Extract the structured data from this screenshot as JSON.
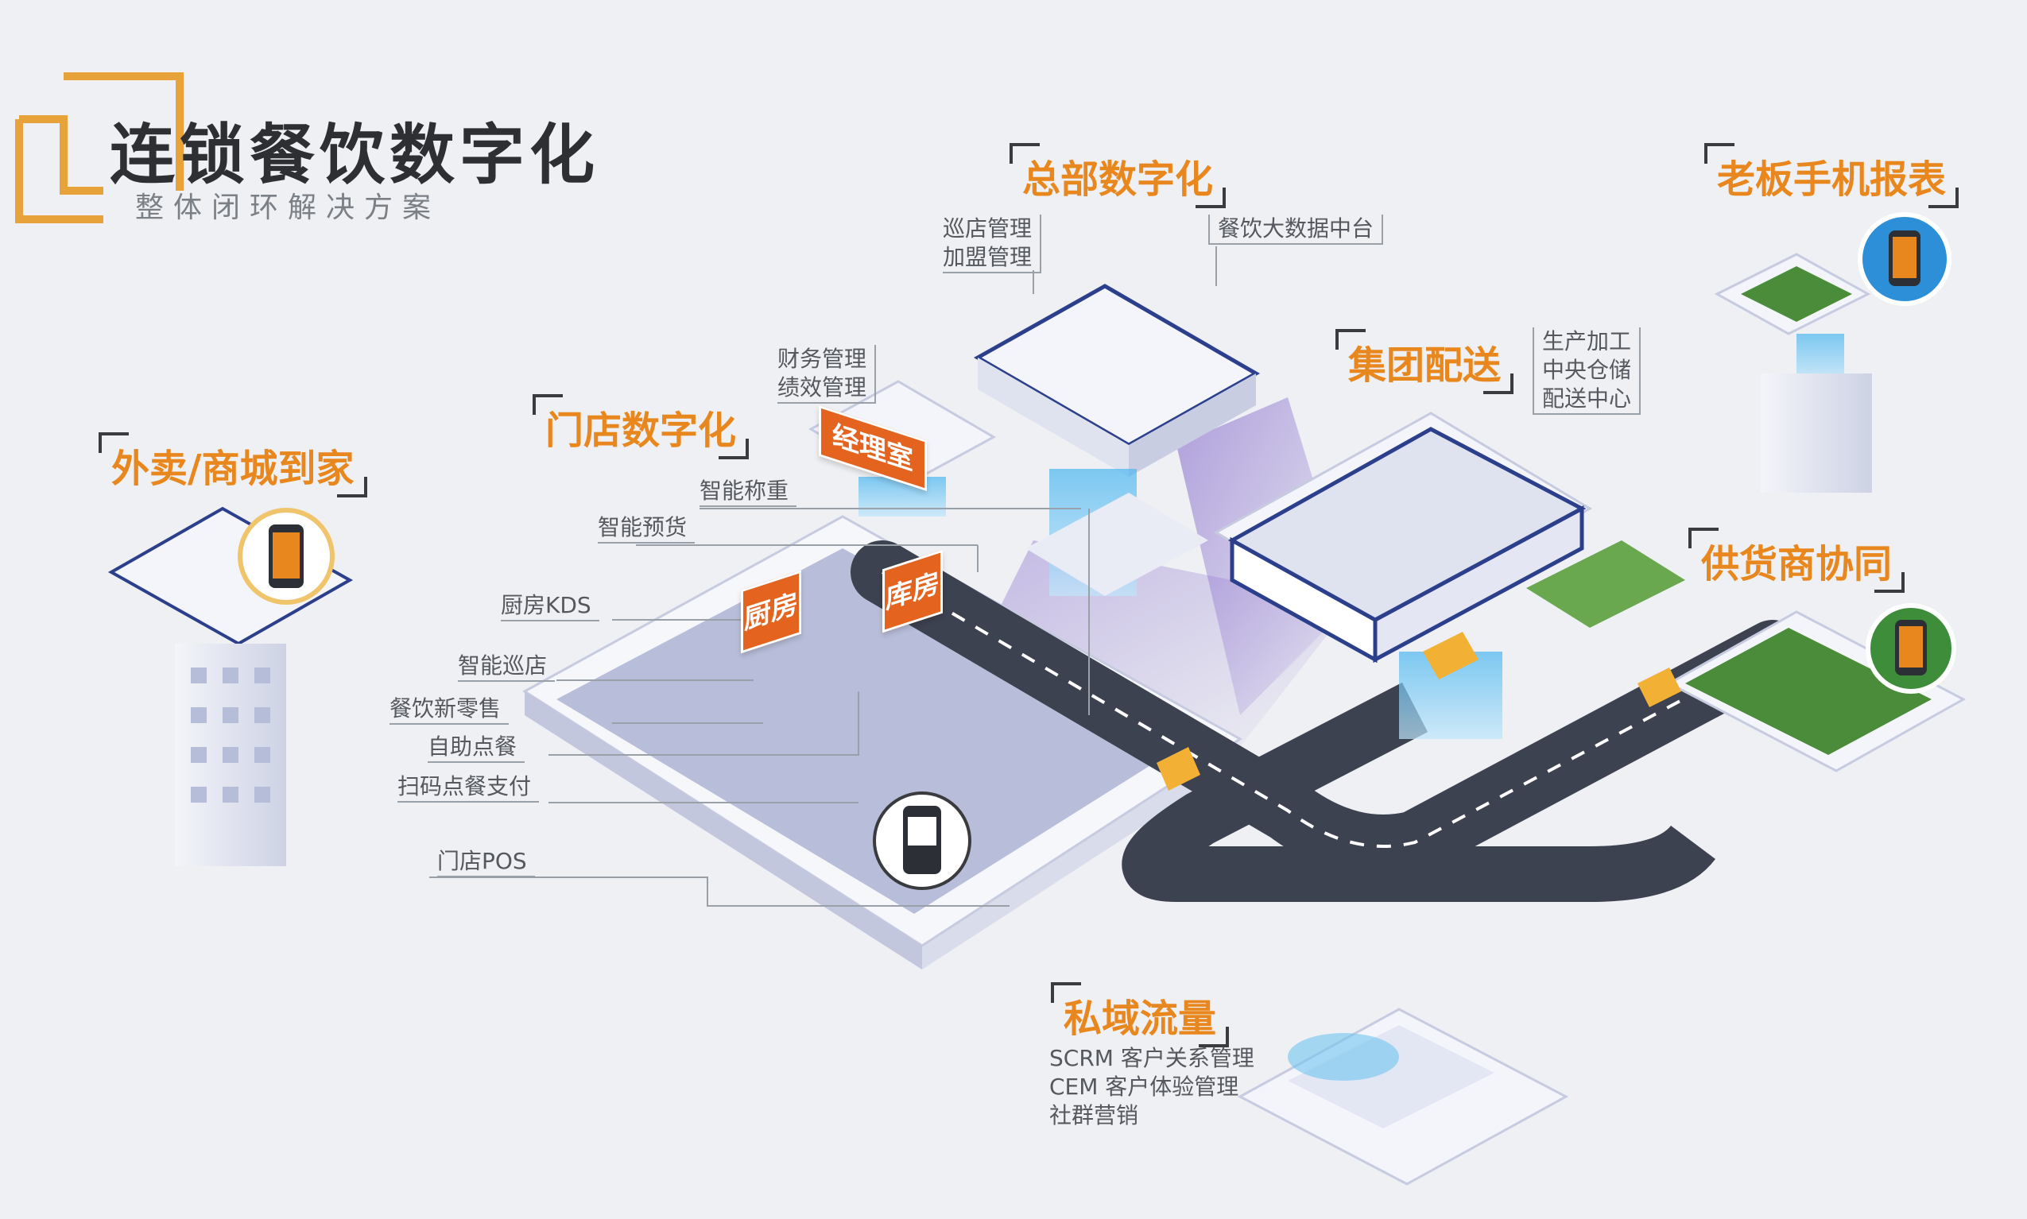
{
  "header": {
    "title": "连锁餐饮数字化",
    "subtitle": "整体闭环解决方案"
  },
  "highlights": {
    "hq": "总部数字化",
    "boss": "老板手机报表",
    "store": "门店数字化",
    "delivery": "外卖/商城到家",
    "group": "集团配送",
    "supplier": "供货商协同",
    "private": "私域流量"
  },
  "hq_items": [
    "巡店管理",
    "加盟管理"
  ],
  "hq_data": "餐饮大数据中台",
  "office_items": [
    "财务管理",
    "绩效管理"
  ],
  "group_items": [
    "生产加工",
    "中央仓储",
    "配送中心"
  ],
  "store_features": {
    "weigh": "智能称重",
    "reserve": "智能预货",
    "kds": "厨房KDS",
    "patrol": "智能巡店",
    "retail": "餐饮新零售",
    "self_order": "自助点餐",
    "scan_pay": "扫码点餐支付",
    "pos": "门店POS"
  },
  "private_items": [
    "SCRM 客户关系管理",
    "CEM 客户体验管理",
    "社群营销"
  ],
  "signs": {
    "manager": "经理室",
    "kitchen": "厨房",
    "warehouse": "库房"
  },
  "colors": {
    "accent": "#e8871e",
    "navy": "#2b3f8c",
    "sign": "#e3631f",
    "purple": "#7a5bc8"
  }
}
